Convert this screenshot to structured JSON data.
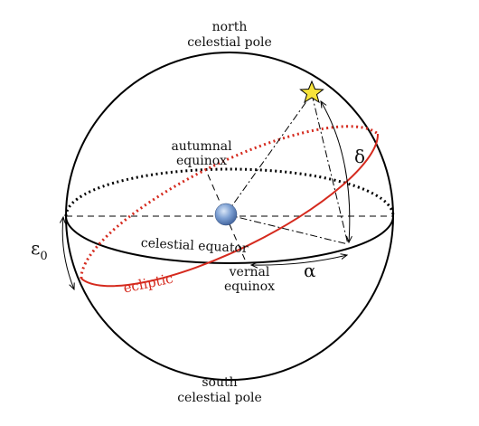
{
  "labels": {
    "north_line1": "north",
    "north_line2": "celestial pole",
    "south_line1": "south",
    "south_line2": "celestial pole",
    "autumnal_line1": "autumnal",
    "autumnal_line2": "equinox",
    "vernal_line1": "vernal",
    "vernal_line2": "equinox",
    "celestial_equator": "celestial equator",
    "ecliptic": "ecliptic",
    "delta": "δ",
    "alpha": "α",
    "epsilon_symbol": "ε",
    "epsilon_sub": "0"
  },
  "colors": {
    "sphere": "#000000",
    "ecliptic": "#d52a1e",
    "star_fill": "#f7e33a",
    "earth": "#6a8fc8"
  },
  "icons": {
    "star": "star-icon",
    "earth": "earth-icon"
  }
}
